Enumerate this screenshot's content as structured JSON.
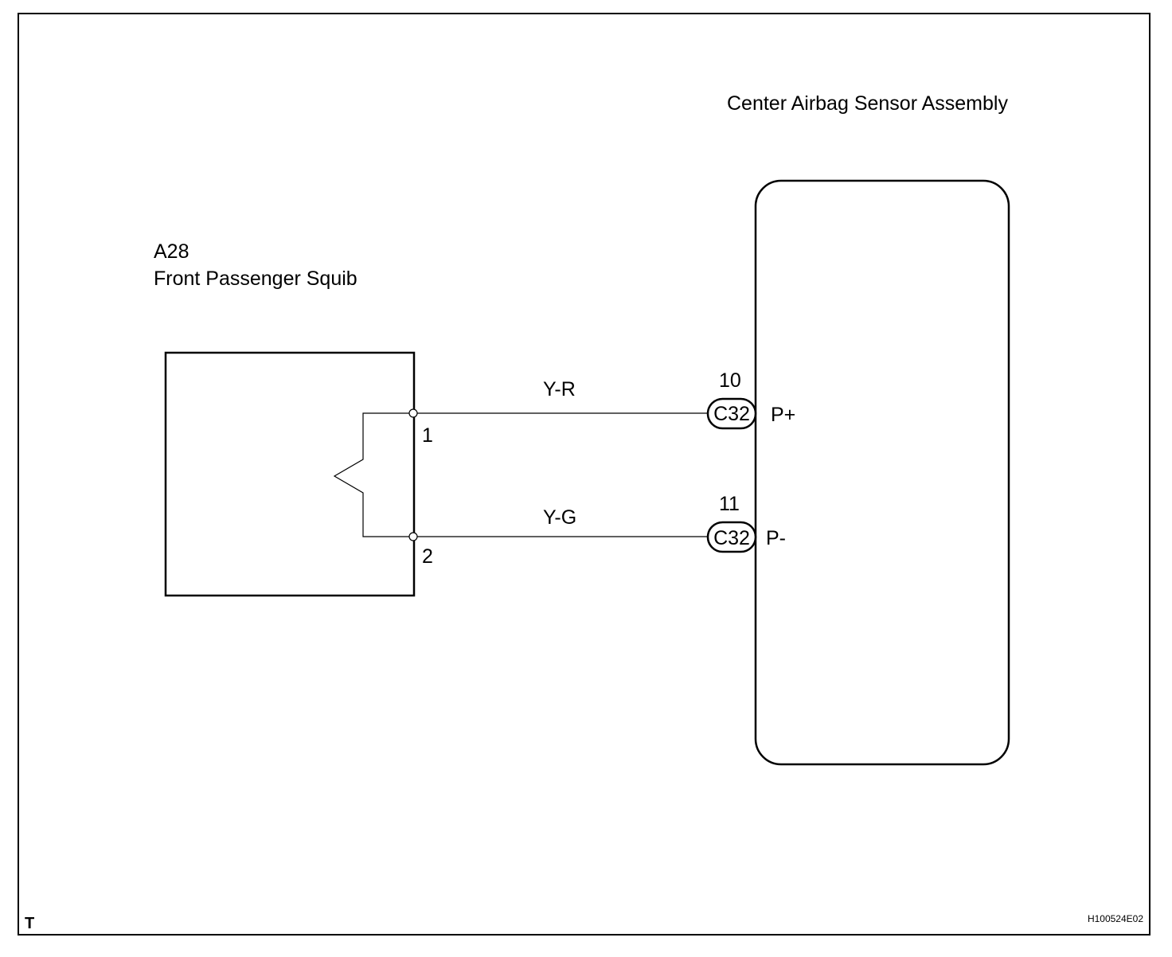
{
  "sensor": {
    "title": "Center Airbag Sensor Assembly"
  },
  "squib": {
    "code": "A28",
    "name": "Front Passenger Squib",
    "pins": {
      "p1": "1",
      "p2": "2"
    }
  },
  "wires": [
    {
      "color": "Y-R",
      "pin_num": "10",
      "connector": "C32",
      "terminal": "P+"
    },
    {
      "color": "Y-G",
      "pin_num": "11",
      "connector": "C32",
      "terminal": "P-"
    }
  ],
  "footer": {
    "left": "T",
    "right": "H100524E02"
  }
}
